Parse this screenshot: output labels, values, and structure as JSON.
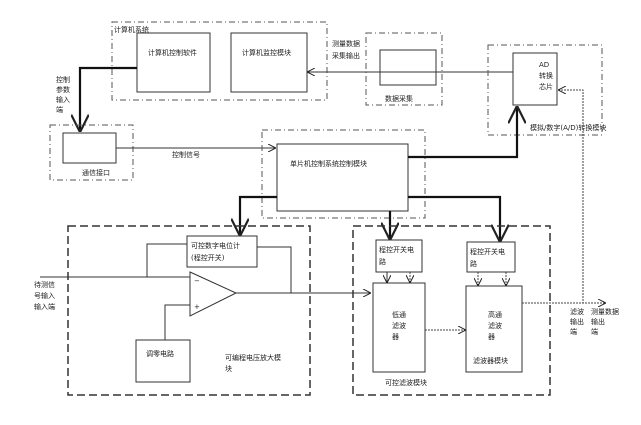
{
  "computer_system": {
    "label": "计算机系统",
    "software_box": "计算机控制软件",
    "monitor_box": "计算机监控模块",
    "data_label": [
      "测量数据",
      "采集输出"
    ]
  },
  "control_param_label": [
    "控制",
    "参数",
    "输入",
    "端"
  ],
  "comm": {
    "label": "通信接口"
  },
  "control_signal_label": "控制信号",
  "mcu": {
    "label": "单片机控制系统控制模块"
  },
  "camera": {
    "label": "数据采集"
  },
  "adc": {
    "inner": [
      "AD",
      "转换",
      "芯片"
    ],
    "label": "模拟/数字(A/D)转换模块"
  },
  "amp": {
    "switch_box": [
      "可控数字电位计",
      "(程控开关)"
    ],
    "zero_box": "调零电路",
    "label": [
      "可编程电压放大模",
      "块"
    ],
    "input_label": [
      "待测信",
      "号输入",
      "输入端"
    ],
    "plus": "+",
    "minus": "−"
  },
  "filter": {
    "switch1": [
      "程控开关电",
      "路"
    ],
    "switch2": [
      "程控开关电",
      "路"
    ],
    "lpf": [
      "低通",
      "滤波",
      "器"
    ],
    "hpf": [
      "高通",
      "滤波",
      "器"
    ],
    "hpf_sub": "滤波器模块",
    "label": "可控滤波模块"
  },
  "outputs": {
    "a": [
      "滤波",
      "输出",
      "端"
    ],
    "b": [
      "测量数据",
      "输出",
      "端"
    ]
  }
}
